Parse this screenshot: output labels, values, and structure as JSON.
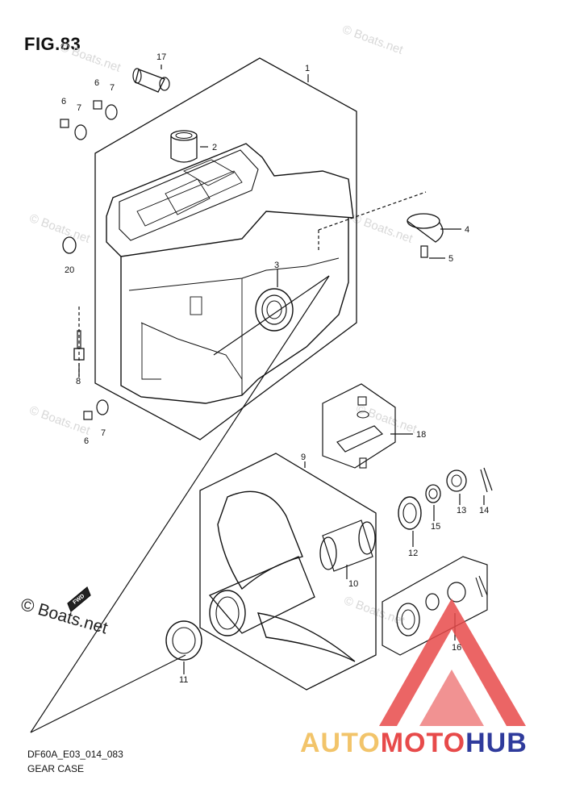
{
  "figure": {
    "title": "FIG.83",
    "code": "DF60A_E03_014_083",
    "name": "GEAR CASE"
  },
  "brand": {
    "copyright_symbol": "©",
    "text": "Boats.net",
    "fwd_label": "FWD"
  },
  "watermarks": [
    "© Boats.net",
    "© Boats.net",
    "© Boats.net",
    "© Boats.net",
    "© Boats.net",
    "© Boats.net",
    "© Boats.net"
  ],
  "logo": {
    "part1": "AUTO",
    "part2": "MOTO",
    "part3": "HUB",
    "color_a": "#f2c46a",
    "color_b": "#e74a4a",
    "color_c": "#2f3b9c"
  },
  "callouts": {
    "c1": "1",
    "c2": "2",
    "c3": "3",
    "c4": "4",
    "c5": "5",
    "c6a": "6",
    "c6b": "6",
    "c6c": "6",
    "c7a": "7",
    "c7b": "7",
    "c7c": "7",
    "c8": "8",
    "c9": "9",
    "c10": "10",
    "c11": "11",
    "c12": "12",
    "c13": "13",
    "c14": "14",
    "c15": "15",
    "c16": "16",
    "c17": "17",
    "c18": "18",
    "c20": "20"
  }
}
